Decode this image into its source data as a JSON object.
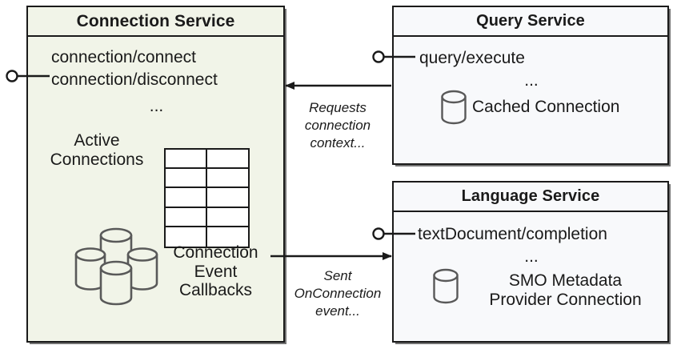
{
  "diagram": {
    "title": "Service connection architecture",
    "colors": {
      "connection_service_fill": "#f1f4e8",
      "other_service_fill": "#f8f9fb",
      "stroke": "#1a1a1a",
      "icon_stroke": "#595959"
    }
  },
  "connection_service": {
    "title": "Connection Service",
    "endpoints": [
      "connection/connect",
      "connection/disconnect"
    ],
    "ellipsis": "...",
    "active_connections_label": "Active\nConnections",
    "active_connections_label_line1": "Active",
    "active_connections_label_line2": "Connections",
    "callbacks_label_line1": "Connection",
    "callbacks_label_line2": "Event",
    "callbacks_label_line3": "Callbacks",
    "callbacks_table": {
      "rows": 5,
      "columns": 2
    },
    "interface_icon": "lollipop-provided-interface"
  },
  "query_service": {
    "title": "Query Service",
    "endpoints": [
      "query/execute"
    ],
    "ellipsis": "...",
    "cached_connection_label": "Cached Connection",
    "database_icon": "database-cylinder-icon",
    "interface_icon": "lollipop-provided-interface"
  },
  "language_service": {
    "title": "Language Service",
    "endpoints": [
      "textDocument/completion"
    ],
    "ellipsis": "...",
    "smo_label_line1": "SMO Metadata",
    "smo_label_line2": "Provider Connection",
    "database_icon": "database-cylinder-icon",
    "interface_icon": "lollipop-provided-interface"
  },
  "connections": [
    {
      "id": "requests-connection-context",
      "from": "query_service",
      "to": "connection_service",
      "direction": "left",
      "label_line1": "Requests",
      "label_line2": "connection",
      "label_line3": "context..."
    },
    {
      "id": "sent-onconnection-event",
      "from": "connection_service",
      "to": "language_service",
      "direction": "right",
      "label_line1": "Sent",
      "label_line2": "OnConnection",
      "label_line3": "event..."
    }
  ]
}
